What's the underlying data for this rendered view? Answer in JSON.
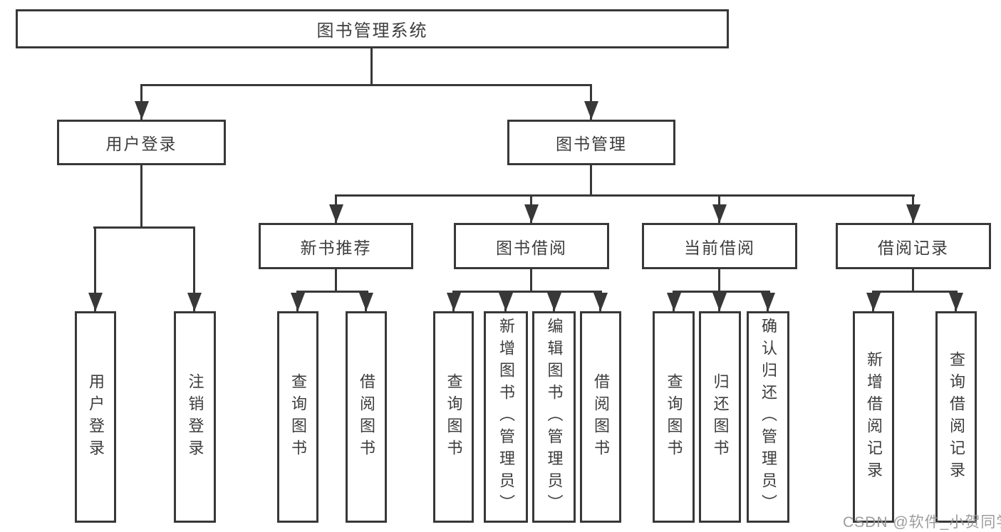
{
  "diagram_title": "图书管理系统",
  "watermark": "CSDN @软件_小贺同学",
  "colors": {
    "line": "#383838",
    "box_border": "#383838",
    "text": "#3d3d3d",
    "watermark": "#98989b",
    "background": "#ffffff"
  },
  "nodes": {
    "root": "图书管理系统",
    "user_login": "用户登录",
    "book_mgmt": "图书管理",
    "new_book_rec": "新书推荐",
    "book_borrow": "图书借阅",
    "current_borrow": "当前借阅",
    "borrow_record": "借阅记录",
    "u1_user_login": "用户登录",
    "u2_logout": "注销登录",
    "n1_query_book": "查询图书",
    "n2_borrow_book": "借阅图书",
    "b1_query_book": "查询图书",
    "b2_add_book": "新增图书（管理员）",
    "b3_edit_book": "编辑图书（管理员）",
    "b4_borrow_book": "借阅图书",
    "c1_query_book": "查询图书",
    "c2_return_book": "归还图书",
    "c3_confirm_return": "确认归还（管理员）",
    "r1_add_borrow_record": "新增借阅记录",
    "r2_query_borrow_record": "查询借阅记录"
  },
  "hierarchy": {
    "图书管理系统": [
      "用户登录",
      "图书管理"
    ],
    "用户登录": [
      "用户登录",
      "注销登录"
    ],
    "图书管理": [
      "新书推荐",
      "图书借阅",
      "当前借阅",
      "借阅记录"
    ],
    "新书推荐": [
      "查询图书",
      "借阅图书"
    ],
    "图书借阅": [
      "查询图书",
      "新增图书（管理员）",
      "编辑图书（管理员）",
      "借阅图书"
    ],
    "当前借阅": [
      "查询图书",
      "归还图书",
      "确认归还（管理员）"
    ],
    "借阅记录": [
      "新增借阅记录",
      "查询借阅记录"
    ]
  }
}
